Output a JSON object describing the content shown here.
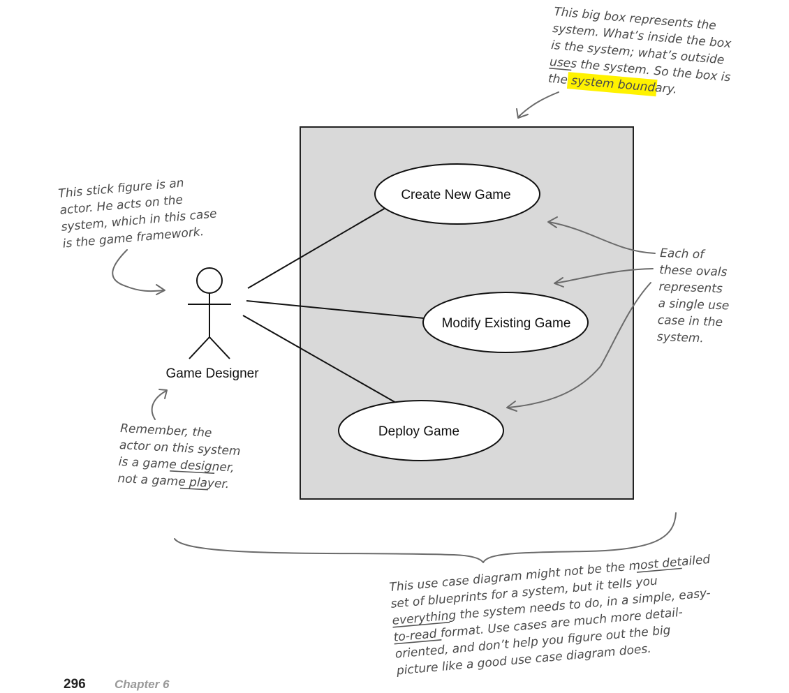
{
  "colors": {
    "system_fill": "#d9d9d9",
    "highlight": "#fff200",
    "annotation_text": "#4a4a4a",
    "arrow": "#6a6a6a"
  },
  "use_cases": [
    {
      "label": "Create New Game"
    },
    {
      "label": "Modify Existing Game"
    },
    {
      "label": "Deploy Game"
    }
  ],
  "actor": {
    "label": "Game Designer"
  },
  "notes": {
    "system_box": {
      "lines": [
        "This big box represents the",
        "system. What’s inside the box",
        "is the system; what’s outside",
        "uses the system. So the box is",
        "the system boundary."
      ]
    },
    "stick_figure": {
      "lines": [
        "This stick figure is an",
        "actor. He acts on the",
        "system, which in this case",
        "is the game framework."
      ]
    },
    "ovals": {
      "lines": [
        "Each of",
        "these ovals",
        "represents",
        "a single use",
        "case in the",
        "system."
      ]
    },
    "remember": {
      "lines": [
        "Remember, the",
        "actor on this system",
        "is a game designer,",
        "not a game player."
      ]
    },
    "summary": {
      "lines": [
        "This use case diagram might not be the most detailed",
        "set of blueprints for a system, but it tells you",
        "everything the system needs to do, in a simple, easy-",
        "to-read format. Use cases are much more detail-",
        "oriented, and don’t help you figure out the big",
        "picture like a good use case diagram does."
      ]
    }
  },
  "footer": {
    "page_number": "296",
    "chapter": "Chapter 6"
  }
}
